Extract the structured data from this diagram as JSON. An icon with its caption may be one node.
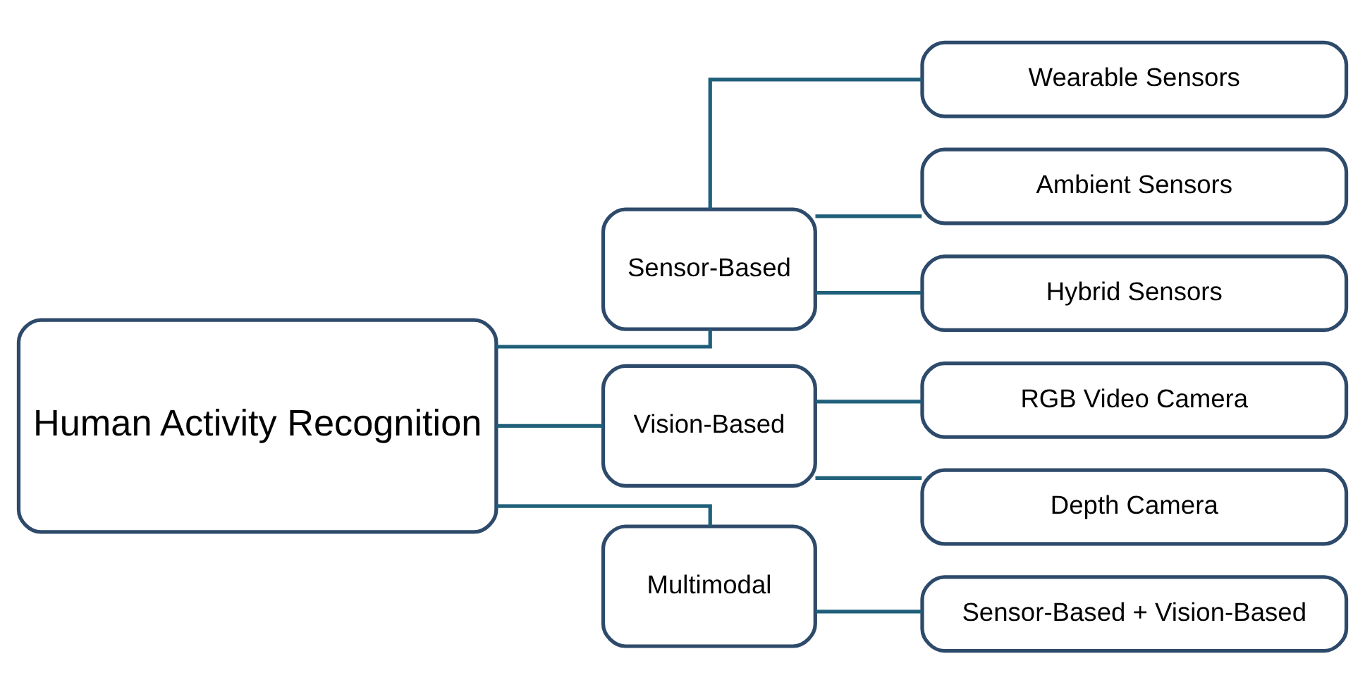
{
  "diagram": {
    "nodes": [
      {
        "text": [
          "Human Activity Recognition"
        ]
      },
      {
        "text": [
          "Sensor-Based"
        ]
      },
      {
        "text": [
          "Vision-Based"
        ]
      },
      {
        "text": [
          "Multimodal"
        ]
      },
      {
        "text": [
          "Wearable Sensors"
        ]
      },
      {
        "text": [
          "Ambient Sensors"
        ]
      },
      {
        "text": [
          "Hybrid Sensors"
        ]
      },
      {
        "text": [
          "RGB Video Camera"
        ]
      },
      {
        "text": [
          "Depth Camera"
        ]
      },
      {
        "text": [
          "Sensor-Based + Vision-Based"
        ]
      }
    ],
    "edges": [
      {
        "from": 0,
        "to": 1,
        "arrow": "none"
      },
      {
        "from": 0,
        "to": 2,
        "arrow": "none"
      },
      {
        "from": 0,
        "to": 3,
        "arrow": "none"
      },
      {
        "from": 1,
        "to": 4,
        "arrow": "none"
      },
      {
        "from": 1,
        "to": 5,
        "arrow": "none"
      },
      {
        "from": 1,
        "to": 6,
        "arrow": "none"
      },
      {
        "from": 2,
        "to": 7,
        "arrow": "none"
      },
      {
        "from": 2,
        "to": 8,
        "arrow": "none"
      },
      {
        "from": 3,
        "to": 9,
        "arrow": "none"
      }
    ]
  }
}
